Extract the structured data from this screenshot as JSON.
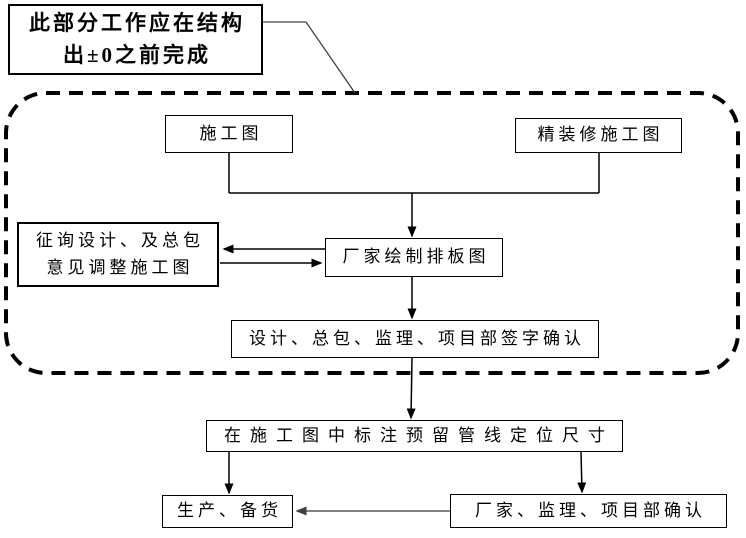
{
  "diagram_type": "flowchart",
  "callout": {
    "line1": "此部分工作应在结构",
    "line2": "出±0之前完成"
  },
  "nodes": {
    "construction_drawing": "施工图",
    "fine_decoration_drawing": "精装修施工图",
    "consult_adjust_line1": "征询设计、及总包",
    "consult_adjust_line2": "意见调整施工图",
    "manufacturer_layout": "厂家绘制排板图",
    "signature_confirm": "设计、总包、监理、项目部签字确认",
    "mark_pipeline_dimensions": "在施工图中标注预留管线定位尺寸",
    "production_stock": "生产、备货",
    "final_confirm": "厂家、监理、项目部确认"
  },
  "edges": [
    {
      "from": "construction_drawing",
      "to": "manufacturer_layout",
      "style": "arrow"
    },
    {
      "from": "fine_decoration_drawing",
      "to": "manufacturer_layout",
      "style": "arrow"
    },
    {
      "from": "manufacturer_layout",
      "to": "consult_adjust",
      "style": "arrow"
    },
    {
      "from": "consult_adjust",
      "to": "manufacturer_layout",
      "style": "arrow"
    },
    {
      "from": "manufacturer_layout",
      "to": "signature_confirm",
      "style": "arrow"
    },
    {
      "from": "signature_confirm",
      "to": "mark_pipeline_dimensions",
      "style": "arrow"
    },
    {
      "from": "mark_pipeline_dimensions",
      "to": "production_stock",
      "style": "arrow"
    },
    {
      "from": "mark_pipeline_dimensions",
      "to": "final_confirm",
      "style": "arrow"
    },
    {
      "from": "final_confirm",
      "to": "production_stock",
      "style": "arrow"
    }
  ],
  "boundary": {
    "style": "dashed-rounded-rectangle",
    "meaning_note": "steps inside must finish before structure reaches ±0"
  },
  "colors": {
    "background": "#ffffff",
    "line": "#000000",
    "leader_line": "#404040",
    "gray_arrow": "#595959"
  }
}
